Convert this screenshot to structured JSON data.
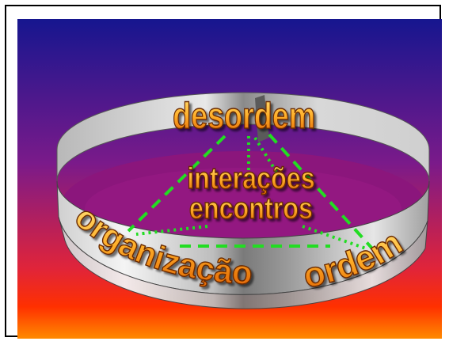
{
  "diagram": {
    "words": {
      "top": "desordem",
      "center_line1": "interações",
      "center_line2": "encontros",
      "left": "organização",
      "right": "ordem"
    },
    "colors": {
      "bg_top": "#1a1a96",
      "bg_mid": "#8a1a88",
      "bg_bottom": "#ff2a00",
      "bg_base": "#ff8a00",
      "ring_light": "#f0f0f0",
      "ring_shadow": "#6a6a6a",
      "inner_fill": "#8a1a7e",
      "text_fill_top": "#ffd24a",
      "text_fill_bottom": "#e86a00",
      "text_stroke": "#6a2a00",
      "dash_color": "#22dd22"
    }
  }
}
